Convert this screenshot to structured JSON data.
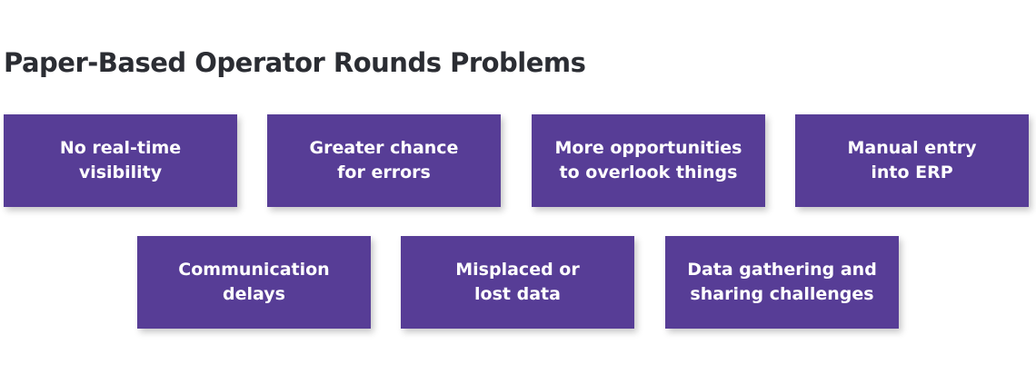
{
  "title": "Paper-Based Operator Rounds Problems",
  "colors": {
    "card_background": "#573d96",
    "card_text": "#ffffff",
    "title_text": "#2b2d33"
  },
  "cards": [
    {
      "label": "No real-time\nvisibility"
    },
    {
      "label": "Greater chance\nfor errors"
    },
    {
      "label": "More opportunities\nto overlook things"
    },
    {
      "label": "Manual entry\ninto ERP"
    },
    {
      "label": "Communication\ndelays"
    },
    {
      "label": "Misplaced or\nlost data"
    },
    {
      "label": "Data gathering and\nsharing challenges"
    }
  ]
}
